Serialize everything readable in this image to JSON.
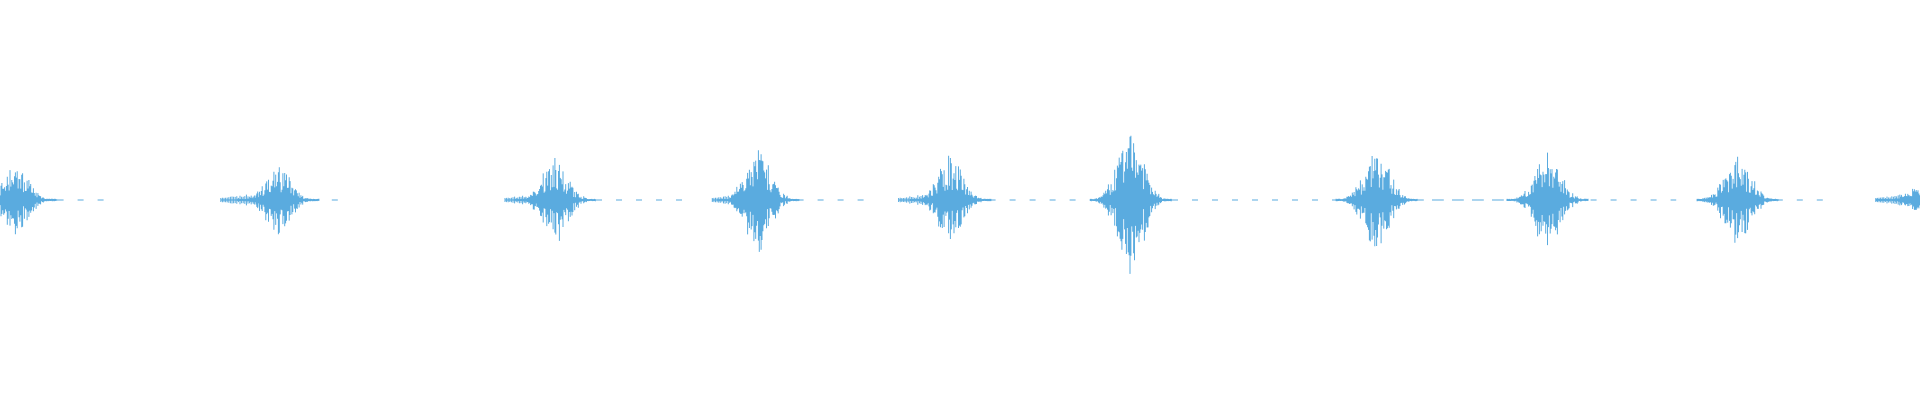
{
  "waveform": {
    "color": "#5aabdf",
    "background": "#ffffff",
    "time_range": [
      0,
      1
    ],
    "amplitude_range": [
      -1,
      1
    ],
    "segments": [
      {
        "start": 0.0,
        "end": 0.058,
        "burst_center": 0.008,
        "peak": 0.3,
        "dashed_tail_from": 0.03
      },
      {
        "start": 0.115,
        "end": 0.177,
        "burst_center": 0.145,
        "peak": 0.28,
        "dashed_tail_from": 0.152
      },
      {
        "start": 0.263,
        "end": 0.359,
        "burst_center": 0.289,
        "peak": 0.36,
        "dashed_tail_from": 0.3
      },
      {
        "start": 0.371,
        "end": 0.457,
        "burst_center": 0.395,
        "peak": 0.44,
        "dashed_tail_from": 0.405
      },
      {
        "start": 0.468,
        "end": 0.571,
        "burst_center": 0.495,
        "peak": 0.36,
        "dashed_tail_from": 0.505
      },
      {
        "start": 0.581,
        "end": 0.786,
        "burst_center": 0.589,
        "peak": 0.6,
        "dashed_tail_from": 0.6
      },
      {
        "start": 0.704,
        "end": 0.786,
        "burst_center": 0.717,
        "peak": 0.44,
        "dashed_tail_from": 0.728
      },
      {
        "start": 0.794,
        "end": 0.873,
        "burst_center": 0.806,
        "peak": 0.46,
        "dashed_tail_from": 0.818
      },
      {
        "start": 0.887,
        "end": 0.955,
        "burst_center": 0.905,
        "peak": 0.4,
        "dashed_tail_from": 0.915
      },
      {
        "start": 0.977,
        "end": 1.0,
        "burst_center": 0.998,
        "peak": 0.1,
        "dashed_tail_from": 1.0
      }
    ]
  }
}
